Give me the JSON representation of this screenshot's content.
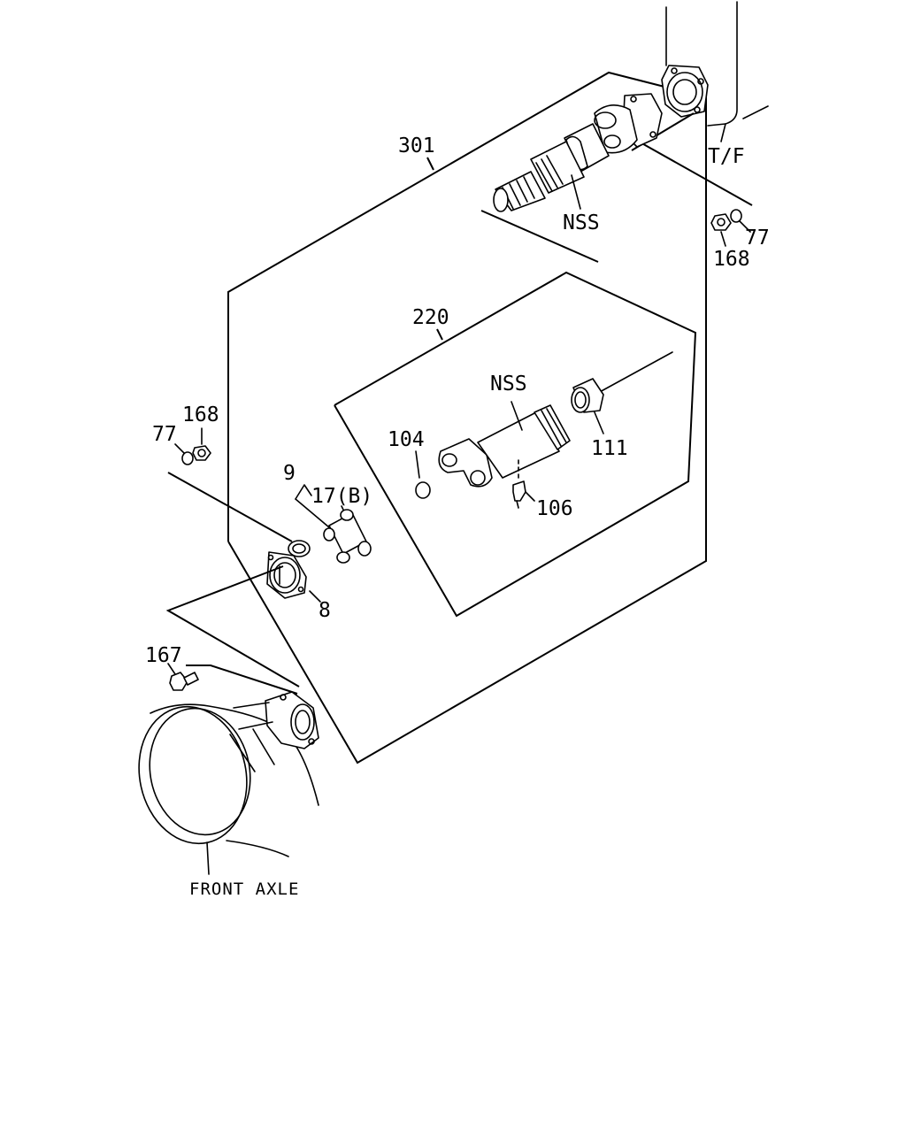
{
  "diagram": {
    "callouts": {
      "c301": "301",
      "c220": "220",
      "nss_upper": "NSS",
      "nss_mid": "NSS",
      "tf": "T/F",
      "c168_right": "168",
      "c77_right": "77",
      "c168_left": "168",
      "c77_left": "77",
      "c9": "9",
      "c17b": "17(B)",
      "c8": "8",
      "c104": "104",
      "c106": "106",
      "c111": "111",
      "c167": "167",
      "front_axle": "FRONT AXLE"
    }
  }
}
